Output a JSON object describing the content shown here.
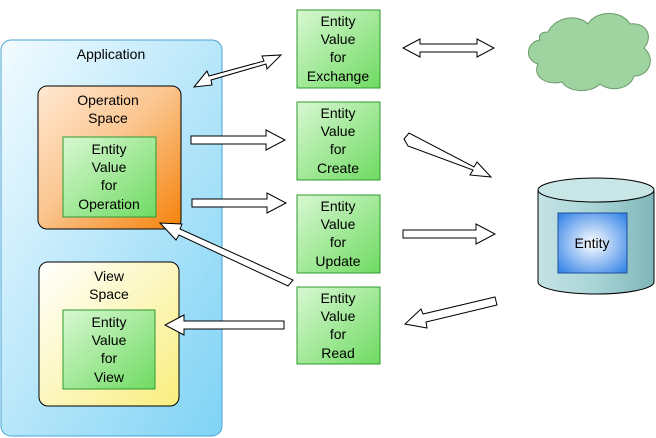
{
  "application": {
    "title": "Application"
  },
  "operation_space": {
    "title_line1": "Operation",
    "title_line2": "Space",
    "entity": {
      "line1": "Entity",
      "line2": "Value",
      "line3": "for",
      "line4": "Operation"
    }
  },
  "view_space": {
    "title_line1": "View",
    "title_line2": "Space",
    "entity": {
      "line1": "Entity",
      "line2": "Value",
      "line3": "for",
      "line4": "View"
    }
  },
  "entity_values": [
    {
      "line1": "Entity",
      "line2": "Value",
      "line3": "for",
      "line4": "Exchange"
    },
    {
      "line1": "Entity",
      "line2": "Value",
      "line3": "for",
      "line4": "Create"
    },
    {
      "line1": "Entity",
      "line2": "Value",
      "line3": "for",
      "line4": "Update"
    },
    {
      "line1": "Entity",
      "line2": "Value",
      "line3": "for",
      "line4": "Read"
    }
  ],
  "database": {
    "label": "Entity",
    "icon": "database-cylinder-icon"
  },
  "cloud": {
    "icon": "cloud-icon"
  },
  "colors": {
    "application_fill_top": "#f2fbff",
    "application_fill_bottom": "#7fd3f5",
    "application_stroke": "#4aa3d6",
    "operation_fill_top": "#ffe8d2",
    "operation_fill_bottom": "#f5820a",
    "view_fill_top": "#ffffff",
    "view_fill_bottom": "#f9ee7e",
    "entity_fill_top": "#d8f8d2",
    "entity_fill_bottom": "#6fda62",
    "entity_stroke": "#2f9a2f",
    "cloud_fill": "#9fd39f",
    "db_fill": "#a8d4d6",
    "db_inner": "#3a87e8"
  }
}
